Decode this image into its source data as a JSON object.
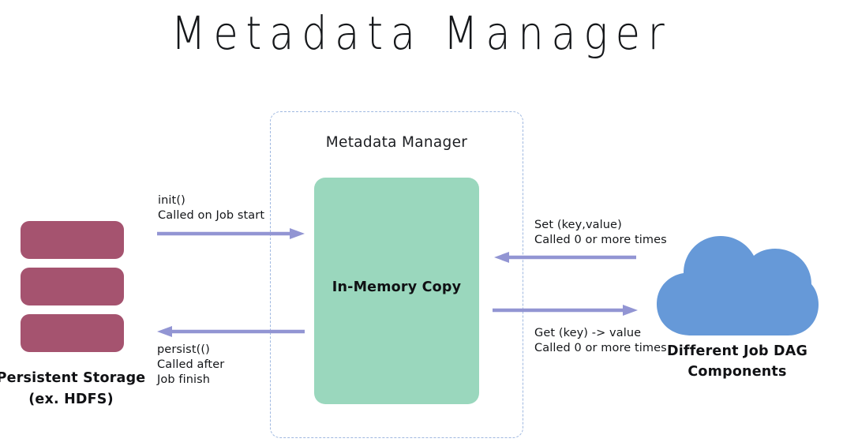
{
  "page": {
    "title": "Metadata Manager",
    "background_color": "#ffffff"
  },
  "colors": {
    "storage_bar": "#a5536f",
    "in_memory_box": "#9ad7bd",
    "cloud": "#6699d8",
    "arrow": "#9295d3",
    "dashed_border": "#9fb8e0",
    "text": "#101114"
  },
  "storage": {
    "label": "Persistent\nStorage\n(ex. HDFS)",
    "bars": [
      {
        "name": "storage-bar-1"
      },
      {
        "name": "storage-bar-2"
      },
      {
        "name": "storage-bar-3"
      }
    ]
  },
  "metadata_manager": {
    "container_label": "Metadata Manager",
    "in_memory_label": "In-Memory\nCopy"
  },
  "cloud": {
    "label": "Different Job\nDAG Components"
  },
  "arrows": [
    {
      "name": "arrow-init",
      "direction": "right",
      "caption": "init()\nCalled on Job start",
      "from": "persistent-storage",
      "to": "metadata-manager"
    },
    {
      "name": "arrow-persist",
      "direction": "left",
      "caption": "persist(()\nCalled after\nJob finish",
      "from": "metadata-manager",
      "to": "persistent-storage"
    },
    {
      "name": "arrow-set",
      "direction": "left",
      "caption": "Set (key,value)\nCalled 0 or more times",
      "from": "dag-components",
      "to": "metadata-manager"
    },
    {
      "name": "arrow-get",
      "direction": "right",
      "caption": "Get (key) -> value\nCalled 0 or more times",
      "from": "metadata-manager",
      "to": "dag-components"
    }
  ]
}
